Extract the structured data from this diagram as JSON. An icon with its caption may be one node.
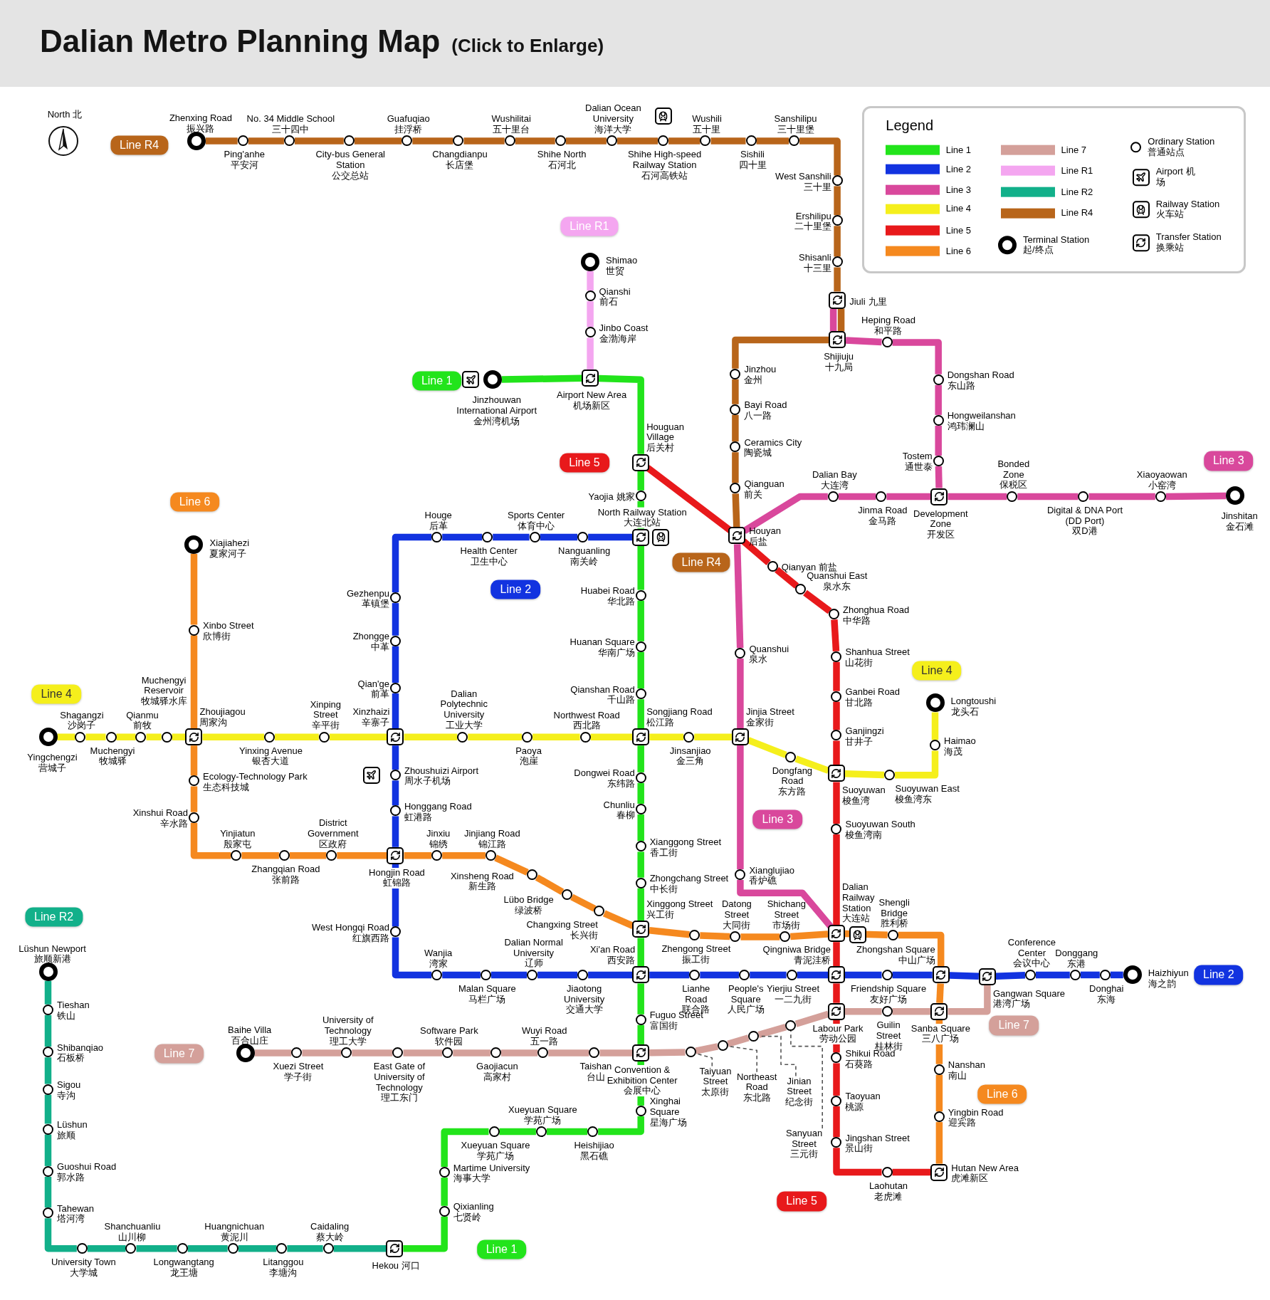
{
  "diagram": {
    "title": "Dalian Metro Planning Map",
    "nodes": [
      {
        "text": [
          "Zhenxing Road",
          "振兴路"
        ]
      },
      {
        "text": [
          "Ping'anhe",
          "平安河"
        ]
      },
      {
        "text": [
          "No. 34 Middle School",
          "三十四中"
        ]
      },
      {
        "text": [
          "City-bus General Station",
          "公交总站"
        ]
      },
      {
        "text": [
          "Guafuqiao",
          "挂浮桥"
        ]
      },
      {
        "text": [
          "Changdianpu",
          "长店堡"
        ]
      },
      {
        "text": [
          "Wushilitai",
          "五十里台"
        ]
      },
      {
        "text": [
          "Shihe North",
          "石河北"
        ]
      },
      {
        "text": [
          "Dalian Ocean University",
          "海洋大学"
        ]
      },
      {
        "text": [
          "Shihe High-speed Railway Station",
          "石河高铁站"
        ]
      },
      {
        "text": [
          "Wushili",
          "五十里"
        ]
      },
      {
        "text": [
          "Sishili",
          "四十里"
        ]
      },
      {
        "text": [
          "Sanshilipu",
          "三十里堡"
        ]
      },
      {
        "text": [
          "West Sanshili",
          "三十里"
        ]
      },
      {
        "text": [
          "Ershilipu",
          "二十里堡"
        ]
      },
      {
        "text": [
          "Shisanli",
          "十三里"
        ]
      },
      {
        "text": [
          "Jiuli",
          "九里"
        ]
      },
      {
        "text": [
          "Shijiuju",
          "十九局"
        ]
      },
      {
        "text": [
          "Jinzhou",
          "金州"
        ]
      },
      {
        "text": [
          "Bayi Road",
          "八一路"
        ]
      },
      {
        "text": [
          "Ceramics City",
          "陶瓷城"
        ]
      },
      {
        "text": [
          "Qianguan",
          "前关"
        ]
      },
      {
        "text": [
          "Houyan",
          "后盐"
        ]
      },
      {
        "text": [
          "Heping Road",
          "和平路"
        ]
      },
      {
        "text": [
          "Dongshan Road",
          "东山路"
        ]
      },
      {
        "text": [
          "Hongweilanshan",
          "鸿玮澜山"
        ]
      },
      {
        "text": [
          "Tostem",
          "通世泰"
        ]
      },
      {
        "text": [
          "Development Zone",
          "开发区"
        ]
      },
      {
        "text": [
          "Bonded Zone",
          "保税区"
        ]
      },
      {
        "text": [
          "Digital & DNA Port (DD Port)",
          "双D港"
        ]
      },
      {
        "text": [
          "Xiaoyaowan",
          "小窑湾"
        ]
      },
      {
        "text": [
          "Jinshitan",
          "金石滩"
        ]
      },
      {
        "text": [
          "Jinma Road",
          "金马路"
        ]
      },
      {
        "text": [
          "Dalian Bay",
          "大连湾"
        ]
      },
      {
        "text": [
          "Quanshui",
          "泉水"
        ]
      },
      {
        "text": [
          "Xianglujiao",
          "香炉礁"
        ]
      },
      {
        "text": [
          "Houguan Village",
          "后关村"
        ]
      },
      {
        "text": [
          "Qianyan",
          "前盐"
        ]
      },
      {
        "text": [
          "Quanshui East",
          "泉水东"
        ]
      },
      {
        "text": [
          "Zhonghua Road",
          "中华路"
        ]
      },
      {
        "text": [
          "Shanhua Street",
          "山花街"
        ]
      },
      {
        "text": [
          "Ganbei Road",
          "甘北路"
        ]
      },
      {
        "text": [
          "Ganjingzi",
          "甘井子"
        ]
      },
      {
        "text": [
          "Suoyuwan",
          "梭鱼湾"
        ]
      },
      {
        "text": [
          "Suoyuwan South",
          "梭鱼湾南"
        ]
      },
      {
        "text": [
          "Dalian Railway Station",
          "大连站"
        ]
      },
      {
        "text": [
          "Qingniwa Bridge",
          "青泥洼桥"
        ]
      },
      {
        "text": [
          "Labour Park",
          "劳动公园"
        ]
      },
      {
        "text": [
          "Shikui Road",
          "石葵路"
        ]
      },
      {
        "text": [
          "Taoyuan",
          "桃源"
        ]
      },
      {
        "text": [
          "Jingshan Street",
          "景山街"
        ]
      },
      {
        "text": [
          "Laohutan",
          "老虎滩"
        ]
      },
      {
        "text": [
          "Hutan New Area",
          "虎滩新区"
        ]
      },
      {
        "text": [
          "Yingchengzi",
          "营城子"
        ]
      },
      {
        "text": [
          "Shagangzi",
          "沙岗子"
        ]
      },
      {
        "text": [
          "Muchengyi",
          "牧城驿"
        ]
      },
      {
        "text": [
          "Qianmu",
          "前牧"
        ]
      },
      {
        "text": [
          "Muchengyi Reservoir",
          "牧城驿水库"
        ]
      },
      {
        "text": [
          "Zhoujiagou",
          "周家沟"
        ]
      },
      {
        "text": [
          "Yinxing Avenue",
          "银杏大道"
        ]
      },
      {
        "text": [
          "Xinping Street",
          "辛平街"
        ]
      },
      {
        "text": [
          "Xinzhaizi",
          "辛寨子"
        ]
      },
      {
        "text": [
          "Dalian Polytechnic University",
          "工业大学"
        ]
      },
      {
        "text": [
          "Paoya",
          "泡崖"
        ]
      },
      {
        "text": [
          "Northwest Road",
          "西北路"
        ]
      },
      {
        "text": [
          "Songjiang Road",
          "松江路"
        ]
      },
      {
        "text": [
          "Jinsanjiao",
          "金三角"
        ]
      },
      {
        "text": [
          "Jinjia Street",
          "金家街"
        ]
      },
      {
        "text": [
          "Dongfang Road",
          "东方路"
        ]
      },
      {
        "text": [
          "Suoyuwan East",
          "梭鱼湾东"
        ]
      },
      {
        "text": [
          "Haimao",
          "海茂"
        ]
      },
      {
        "text": [
          "Longtoushi",
          "龙头石"
        ]
      },
      {
        "text": [
          "Jinzhouwan International Airport",
          "金州湾机场"
        ]
      },
      {
        "text": [
          "Airport New Area",
          "机场新区"
        ]
      },
      {
        "text": [
          "Yaojia",
          "姚家"
        ]
      },
      {
        "text": [
          "North Railway Station",
          "大连北站"
        ]
      },
      {
        "text": [
          "Huabei Road",
          "华北路"
        ]
      },
      {
        "text": [
          "Huanan Square",
          "华南广场"
        ]
      },
      {
        "text": [
          "Qianshan Road",
          "千山路"
        ]
      },
      {
        "text": [
          "Dongwei Road",
          "东纬路"
        ]
      },
      {
        "text": [
          "Chunliu",
          "春柳"
        ]
      },
      {
        "text": [
          "Xianggong Street",
          "香工街"
        ]
      },
      {
        "text": [
          "Zhongchang Street",
          "中长街"
        ]
      },
      {
        "text": [
          "Xinggong Street",
          "兴工街"
        ]
      },
      {
        "text": [
          "Xi'an Road",
          "西安路"
        ]
      },
      {
        "text": [
          "Fuguo Street",
          "富国街"
        ]
      },
      {
        "text": [
          "Convention & Exhibition Center",
          "会展中心"
        ]
      },
      {
        "text": [
          "Xinghai Square",
          "星海广场"
        ]
      },
      {
        "text": [
          "Heishijiao",
          "黑石礁"
        ]
      },
      {
        "text": [
          "Xueyuan Square",
          "学苑广场"
        ]
      },
      {
        "text": [
          "Xueyuan Square",
          "学苑广场"
        ]
      },
      {
        "text": [
          "Martime University",
          "海事大学"
        ]
      },
      {
        "text": [
          "Qixianling",
          "七贤岭"
        ]
      },
      {
        "text": [
          "Hekou",
          "河口"
        ]
      },
      {
        "text": [
          "Shimao",
          "世贸"
        ]
      },
      {
        "text": [
          "Qianshi",
          "前石"
        ]
      },
      {
        "text": [
          "Jinbo Coast",
          "金渤海岸"
        ]
      },
      {
        "text": [
          "Nanguanling",
          "南关岭"
        ]
      },
      {
        "text": [
          "Sports Center",
          "体育中心"
        ]
      },
      {
        "text": [
          "Health Center",
          "卫生中心"
        ]
      },
      {
        "text": [
          "Houge",
          "后革"
        ]
      },
      {
        "text": [
          "Gezhenpu",
          "革镇堡"
        ]
      },
      {
        "text": [
          "Zhongge",
          "中革"
        ]
      },
      {
        "text": [
          "Qian'ge",
          "前革"
        ]
      },
      {
        "text": [
          "Zhoushuizi Airport",
          "周水子机场"
        ]
      },
      {
        "text": [
          "Honggang Road",
          "虹港路"
        ]
      },
      {
        "text": [
          "Hongjin Road",
          "虹锦路"
        ]
      },
      {
        "text": [
          "West Hongqi Road",
          "红旗西路"
        ]
      },
      {
        "text": [
          "Wanjia",
          "湾家"
        ]
      },
      {
        "text": [
          "Malan Square",
          "马栏广场"
        ]
      },
      {
        "text": [
          "Dalian Normal University",
          "辽师"
        ]
      },
      {
        "text": [
          "Jiaotong University",
          "交通大学"
        ]
      },
      {
        "text": [
          "Lianhe Road",
          "联合路"
        ]
      },
      {
        "text": [
          "People's Square",
          "人民广场"
        ]
      },
      {
        "text": [
          "Yierjiu Street",
          "一二九街"
        ]
      },
      {
        "text": [
          "Friendship Square",
          "友好广场"
        ]
      },
      {
        "text": [
          "Zhongshan Square",
          "中山广场"
        ]
      },
      {
        "text": [
          "Gangwan Square",
          "港湾广场"
        ]
      },
      {
        "text": [
          "Conference Center",
          "会议中心"
        ]
      },
      {
        "text": [
          "Donggang",
          "东港"
        ]
      },
      {
        "text": [
          "Donghai",
          "东海"
        ]
      },
      {
        "text": [
          "Haizhiyun",
          "海之韵"
        ]
      },
      {
        "text": [
          "Xiajiahezi",
          "夏家河子"
        ]
      },
      {
        "text": [
          "Xinbo Street",
          "欣博街"
        ]
      },
      {
        "text": [
          "Ecology-Technology Park",
          "生态科技城"
        ]
      },
      {
        "text": [
          "Xinshui Road",
          "辛水路"
        ]
      },
      {
        "text": [
          "Yinjiatun",
          "殷家屯"
        ]
      },
      {
        "text": [
          "Zhangqian Road",
          "张前路"
        ]
      },
      {
        "text": [
          "District Government",
          "区政府"
        ]
      },
      {
        "text": [
          "Jinxiu",
          "锦绣"
        ]
      },
      {
        "text": [
          "Jinjiang Road",
          "锦江路"
        ]
      },
      {
        "text": [
          "Xinsheng Road",
          "新生路"
        ]
      },
      {
        "text": [
          "Lübo Bridge",
          "绿波桥"
        ]
      },
      {
        "text": [
          "Changxing Street",
          "长兴街"
        ]
      },
      {
        "text": [
          "Zhengong Street",
          "振工街"
        ]
      },
      {
        "text": [
          "Datong Street",
          "大同街"
        ]
      },
      {
        "text": [
          "Shichang Street",
          "市场街"
        ]
      },
      {
        "text": [
          "Shengli Bridge",
          "胜利桥"
        ]
      },
      {
        "text": [
          "Sanba Square",
          "三八广场"
        ]
      },
      {
        "text": [
          "Nanshan",
          "南山"
        ]
      },
      {
        "text": [
          "Yingbin Road",
          "迎宾路"
        ]
      },
      {
        "text": [
          "Baihe Villa",
          "百合山庄"
        ]
      },
      {
        "text": [
          "Xuezi Street",
          "学子街"
        ]
      },
      {
        "text": [
          "University of Technology",
          "理工大学"
        ]
      },
      {
        "text": [
          "East Gate of University of Technology",
          "理工东门"
        ]
      },
      {
        "text": [
          "Software Park",
          "软件园"
        ]
      },
      {
        "text": [
          "Gaojiacun",
          "高家村"
        ]
      },
      {
        "text": [
          "Wuyi Road",
          "五一路"
        ]
      },
      {
        "text": [
          "Taishan",
          "台山"
        ]
      },
      {
        "text": [],
        "shape": "circle"
      },
      {
        "text": [],
        "shape": "circle"
      },
      {
        "text": [],
        "shape": "circle"
      },
      {
        "text": [],
        "shape": "circle"
      },
      {
        "text": [
          "Guilin Street",
          "桂林街"
        ]
      },
      {
        "text": [
          "Lüshun Newport",
          "旅顺新港"
        ]
      },
      {
        "text": [
          "Tieshan",
          "铁山"
        ]
      },
      {
        "text": [
          "Shibanqiao",
          "石板桥"
        ]
      },
      {
        "text": [
          "Sigou",
          "寺沟"
        ]
      },
      {
        "text": [
          "Lüshun",
          "旅顺"
        ]
      },
      {
        "text": [
          "Guoshui Road",
          "郭水路"
        ]
      },
      {
        "text": [
          "Tahewan",
          "塔河湾"
        ]
      },
      {
        "text": [
          "University Town",
          "大学城"
        ]
      },
      {
        "text": [
          "Shanchuanliu",
          "山川柳"
        ]
      },
      {
        "text": [
          "Longwangtang",
          "龙王塘"
        ]
      },
      {
        "text": [
          "Huangnichuan",
          "黄泥川"
        ]
      },
      {
        "text": [
          "Litanggou",
          "李塘沟"
        ]
      },
      {
        "text": [
          "Caidaling",
          "蔡大岭"
        ]
      },
      {
        "text": [
          "Line R4"
        ]
      },
      {
        "text": [
          "Line R1"
        ]
      },
      {
        "text": [
          "Line 1"
        ]
      },
      {
        "text": [
          "Line 5"
        ]
      },
      {
        "text": [
          "Line 3"
        ]
      },
      {
        "text": [
          "Line 6"
        ]
      },
      {
        "text": [
          "Line R4"
        ]
      },
      {
        "text": [
          "Line 2"
        ]
      },
      {
        "text": [
          "Line 4"
        ]
      },
      {
        "text": [
          "Line 4"
        ]
      },
      {
        "text": [
          "Line 3"
        ]
      },
      {
        "text": [
          "Line R2"
        ]
      },
      {
        "text": [
          "Line 7"
        ]
      },
      {
        "text": [
          "Line 7"
        ]
      },
      {
        "text": [
          "Line 6"
        ]
      },
      {
        "text": [
          "Line 5"
        ]
      },
      {
        "text": [
          "Line 1"
        ]
      },
      {
        "text": [
          "Line 2"
        ]
      },
      {
        "text": [
          "Taiyuan Street",
          "太原街"
        ]
      },
      {
        "text": [
          "Northeast Road",
          "东北路"
        ]
      },
      {
        "text": [
          "Jinian Street",
          "纪念街"
        ]
      },
      {
        "text": [
          "Sanyuan Street",
          "三元街"
        ]
      }
    ],
    "edges": [
      {
        "from": 0,
        "to": 1,
        "arrow": "none",
        "color": "#b8651a"
      },
      {
        "from": 1,
        "to": 2,
        "arrow": "none",
        "color": "#b8651a"
      },
      {
        "from": 2,
        "to": 3,
        "arrow": "none",
        "color": "#b8651a"
      },
      {
        "from": 3,
        "to": 4,
        "arrow": "none",
        "color": "#b8651a"
      },
      {
        "from": 4,
        "to": 5,
        "arrow": "none",
        "color": "#b8651a"
      },
      {
        "from": 5,
        "to": 6,
        "arrow": "none",
        "color": "#b8651a"
      },
      {
        "from": 6,
        "to": 7,
        "arrow": "none",
        "color": "#b8651a"
      },
      {
        "from": 7,
        "to": 8,
        "arrow": "none",
        "color": "#b8651a"
      },
      {
        "from": 8,
        "to": 9,
        "arrow": "none",
        "color": "#b8651a"
      },
      {
        "from": 9,
        "to": 10,
        "arrow": "none",
        "color": "#b8651a"
      },
      {
        "from": 10,
        "to": 11,
        "arrow": "none",
        "color": "#b8651a"
      },
      {
        "from": 11,
        "to": 12,
        "arrow": "none",
        "color": "#b8651a"
      },
      {
        "from": 12,
        "to": 13,
        "arrow": "none",
        "color": "#b8651a"
      },
      {
        "from": 13,
        "to": 14,
        "arrow": "none",
        "color": "#b8651a"
      },
      {
        "from": 14,
        "to": 15,
        "arrow": "none",
        "color": "#b8651a"
      },
      {
        "from": 15,
        "to": 16,
        "arrow": "none",
        "color": "#b8651a"
      },
      {
        "from": 16,
        "to": 17,
        "arrow": "none",
        "color": "#b8651a"
      },
      {
        "from": 17,
        "to": 18,
        "arrow": "none",
        "color": "#b8651a"
      },
      {
        "from": 18,
        "to": 19,
        "arrow": "none",
        "color": "#b8651a"
      },
      {
        "from": 19,
        "to": 20,
        "arrow": "none",
        "color": "#b8651a"
      },
      {
        "from": 20,
        "to": 21,
        "arrow": "none",
        "color": "#b8651a"
      },
      {
        "from": 21,
        "to": 22,
        "arrow": "none",
        "color": "#b8651a"
      },
      {
        "from": 16,
        "to": 17,
        "arrow": "none",
        "color": "#d9489c"
      },
      {
        "from": 17,
        "to": 23,
        "arrow": "none",
        "color": "#d9489c"
      },
      {
        "from": 23,
        "to": 24,
        "arrow": "none",
        "color": "#d9489c"
      },
      {
        "from": 24,
        "to": 25,
        "arrow": "none",
        "color": "#d9489c"
      },
      {
        "from": 25,
        "to": 26,
        "arrow": "none",
        "color": "#d9489c"
      },
      {
        "from": 26,
        "to": 27,
        "arrow": "none",
        "color": "#d9489c"
      },
      {
        "from": 27,
        "to": 28,
        "arrow": "none",
        "color": "#d9489c"
      },
      {
        "from": 28,
        "to": 29,
        "arrow": "none",
        "color": "#d9489c"
      },
      {
        "from": 29,
        "to": 30,
        "arrow": "none",
        "color": "#d9489c"
      },
      {
        "from": 30,
        "to": 31,
        "arrow": "none",
        "color": "#d9489c"
      },
      {
        "from": 27,
        "to": 32,
        "arrow": "none",
        "color": "#d9489c"
      },
      {
        "from": 32,
        "to": 33,
        "arrow": "none",
        "color": "#d9489c"
      },
      {
        "from": 33,
        "to": 22,
        "arrow": "none",
        "color": "#d9489c"
      },
      {
        "from": 22,
        "to": 34,
        "arrow": "none",
        "color": "#d9489c"
      },
      {
        "from": 34,
        "to": 35,
        "arrow": "none",
        "color": "#d9489c"
      },
      {
        "from": 35,
        "to": 45,
        "arrow": "none",
        "color": "#d9489c"
      },
      {
        "from": 36,
        "to": 22,
        "arrow": "none",
        "color": "#e8191b"
      },
      {
        "from": 22,
        "to": 37,
        "arrow": "none",
        "color": "#e8191b"
      },
      {
        "from": 37,
        "to": 38,
        "arrow": "none",
        "color": "#e8191b"
      },
      {
        "from": 38,
        "to": 39,
        "arrow": "none",
        "color": "#e8191b"
      },
      {
        "from": 39,
        "to": 40,
        "arrow": "none",
        "color": "#e8191b"
      },
      {
        "from": 40,
        "to": 41,
        "arrow": "none",
        "color": "#e8191b"
      },
      {
        "from": 41,
        "to": 42,
        "arrow": "none",
        "color": "#e8191b"
      },
      {
        "from": 42,
        "to": 43,
        "arrow": "none",
        "color": "#e8191b"
      },
      {
        "from": 43,
        "to": 44,
        "arrow": "none",
        "color": "#e8191b"
      },
      {
        "from": 44,
        "to": 45,
        "arrow": "none",
        "color": "#e8191b"
      },
      {
        "from": 45,
        "to": 46,
        "arrow": "none",
        "color": "#e8191b"
      },
      {
        "from": 46,
        "to": 47,
        "arrow": "none",
        "color": "#e8191b"
      },
      {
        "from": 47,
        "to": 48,
        "arrow": "none",
        "color": "#e8191b"
      },
      {
        "from": 48,
        "to": 49,
        "arrow": "none",
        "color": "#e8191b"
      },
      {
        "from": 49,
        "to": 50,
        "arrow": "none",
        "color": "#e8191b"
      },
      {
        "from": 50,
        "to": 51,
        "arrow": "none",
        "color": "#e8191b"
      },
      {
        "from": 51,
        "to": 52,
        "arrow": "none",
        "color": "#e8191b"
      },
      {
        "from": 53,
        "to": 54,
        "arrow": "none",
        "color": "#f5ef1c"
      },
      {
        "from": 54,
        "to": 55,
        "arrow": "none",
        "color": "#f5ef1c"
      },
      {
        "from": 55,
        "to": 56,
        "arrow": "none",
        "color": "#f5ef1c"
      },
      {
        "from": 56,
        "to": 57,
        "arrow": "none",
        "color": "#f5ef1c"
      },
      {
        "from": 57,
        "to": 58,
        "arrow": "none",
        "color": "#f5ef1c"
      },
      {
        "from": 58,
        "to": 59,
        "arrow": "none",
        "color": "#f5ef1c"
      },
      {
        "from": 59,
        "to": 60,
        "arrow": "none",
        "color": "#f5ef1c"
      },
      {
        "from": 60,
        "to": 61,
        "arrow": "none",
        "color": "#f5ef1c"
      },
      {
        "from": 61,
        "to": 62,
        "arrow": "none",
        "color": "#f5ef1c"
      },
      {
        "from": 62,
        "to": 63,
        "arrow": "none",
        "color": "#f5ef1c"
      },
      {
        "from": 63,
        "to": 64,
        "arrow": "none",
        "color": "#f5ef1c"
      },
      {
        "from": 64,
        "to": 65,
        "arrow": "none",
        "color": "#f5ef1c"
      },
      {
        "from": 65,
        "to": 66,
        "arrow": "none",
        "color": "#f5ef1c"
      },
      {
        "from": 66,
        "to": 67,
        "arrow": "none",
        "color": "#f5ef1c"
      },
      {
        "from": 67,
        "to": 68,
        "arrow": "none",
        "color": "#f5ef1c"
      },
      {
        "from": 68,
        "to": 43,
        "arrow": "none",
        "color": "#f5ef1c"
      },
      {
        "from": 43,
        "to": 69,
        "arrow": "none",
        "color": "#f5ef1c"
      },
      {
        "from": 69,
        "to": 70,
        "arrow": "none",
        "color": "#f5ef1c"
      },
      {
        "from": 70,
        "to": 71,
        "arrow": "none",
        "color": "#f5ef1c"
      },
      {
        "from": 72,
        "to": 73,
        "arrow": "none",
        "color": "#22e41b"
      },
      {
        "from": 73,
        "to": 36,
        "arrow": "none",
        "color": "#22e41b"
      },
      {
        "from": 36,
        "to": 74,
        "arrow": "none",
        "color": "#22e41b"
      },
      {
        "from": 74,
        "to": 75,
        "arrow": "none",
        "color": "#22e41b"
      },
      {
        "from": 75,
        "to": 76,
        "arrow": "none",
        "color": "#22e41b"
      },
      {
        "from": 76,
        "to": 77,
        "arrow": "none",
        "color": "#22e41b"
      },
      {
        "from": 77,
        "to": 78,
        "arrow": "none",
        "color": "#22e41b"
      },
      {
        "from": 78,
        "to": 65,
        "arrow": "none",
        "color": "#22e41b"
      },
      {
        "from": 65,
        "to": 79,
        "arrow": "none",
        "color": "#22e41b"
      },
      {
        "from": 79,
        "to": 80,
        "arrow": "none",
        "color": "#22e41b"
      },
      {
        "from": 80,
        "to": 81,
        "arrow": "none",
        "color": "#22e41b"
      },
      {
        "from": 81,
        "to": 82,
        "arrow": "none",
        "color": "#22e41b"
      },
      {
        "from": 82,
        "to": 83,
        "arrow": "none",
        "color": "#22e41b"
      },
      {
        "from": 83,
        "to": 84,
        "arrow": "none",
        "color": "#22e41b"
      },
      {
        "from": 84,
        "to": 85,
        "arrow": "none",
        "color": "#22e41b"
      },
      {
        "from": 85,
        "to": 86,
        "arrow": "none",
        "color": "#22e41b"
      },
      {
        "from": 86,
        "to": 87,
        "arrow": "none",
        "color": "#22e41b"
      },
      {
        "from": 87,
        "to": 88,
        "arrow": "none",
        "color": "#22e41b"
      },
      {
        "from": 88,
        "to": 89,
        "arrow": "none",
        "color": "#22e41b"
      },
      {
        "from": 89,
        "to": 90,
        "arrow": "none",
        "color": "#22e41b"
      },
      {
        "from": 90,
        "to": 91,
        "arrow": "none",
        "color": "#22e41b"
      },
      {
        "from": 91,
        "to": 92,
        "arrow": "none",
        "color": "#22e41b"
      },
      {
        "from": 92,
        "to": 93,
        "arrow": "none",
        "color": "#22e41b"
      },
      {
        "from": 94,
        "to": 95,
        "arrow": "none",
        "color": "#f4a6f0"
      },
      {
        "from": 95,
        "to": 96,
        "arrow": "none",
        "color": "#f4a6f0"
      },
      {
        "from": 96,
        "to": 73,
        "arrow": "none",
        "color": "#f4a6f0"
      },
      {
        "from": 75,
        "to": 97,
        "arrow": "none",
        "color": "#1233e0"
      },
      {
        "from": 97,
        "to": 98,
        "arrow": "none",
        "color": "#1233e0"
      },
      {
        "from": 98,
        "to": 99,
        "arrow": "none",
        "color": "#1233e0"
      },
      {
        "from": 99,
        "to": 100,
        "arrow": "none",
        "color": "#1233e0"
      },
      {
        "from": 100,
        "to": 101,
        "arrow": "none",
        "color": "#1233e0"
      },
      {
        "from": 101,
        "to": 102,
        "arrow": "none",
        "color": "#1233e0"
      },
      {
        "from": 102,
        "to": 103,
        "arrow": "none",
        "color": "#1233e0"
      },
      {
        "from": 103,
        "to": 61,
        "arrow": "none",
        "color": "#1233e0"
      },
      {
        "from": 61,
        "to": 104,
        "arrow": "none",
        "color": "#1233e0"
      },
      {
        "from": 104,
        "to": 105,
        "arrow": "none",
        "color": "#1233e0"
      },
      {
        "from": 105,
        "to": 106,
        "arrow": "none",
        "color": "#1233e0"
      },
      {
        "from": 106,
        "to": 107,
        "arrow": "none",
        "color": "#1233e0"
      },
      {
        "from": 107,
        "to": 108,
        "arrow": "none",
        "color": "#1233e0"
      },
      {
        "from": 108,
        "to": 109,
        "arrow": "none",
        "color": "#1233e0"
      },
      {
        "from": 109,
        "to": 110,
        "arrow": "none",
        "color": "#1233e0"
      },
      {
        "from": 110,
        "to": 111,
        "arrow": "none",
        "color": "#1233e0"
      },
      {
        "from": 111,
        "to": 84,
        "arrow": "none",
        "color": "#1233e0"
      },
      {
        "from": 84,
        "to": 112,
        "arrow": "none",
        "color": "#1233e0"
      },
      {
        "from": 112,
        "to": 113,
        "arrow": "none",
        "color": "#1233e0"
      },
      {
        "from": 113,
        "to": 114,
        "arrow": "none",
        "color": "#1233e0"
      },
      {
        "from": 114,
        "to": 46,
        "arrow": "none",
        "color": "#1233e0"
      },
      {
        "from": 46,
        "to": 115,
        "arrow": "none",
        "color": "#1233e0"
      },
      {
        "from": 115,
        "to": 116,
        "arrow": "none",
        "color": "#1233e0"
      },
      {
        "from": 116,
        "to": 117,
        "arrow": "none",
        "color": "#1233e0"
      },
      {
        "from": 117,
        "to": 118,
        "arrow": "none",
        "color": "#1233e0"
      },
      {
        "from": 118,
        "to": 119,
        "arrow": "none",
        "color": "#1233e0"
      },
      {
        "from": 119,
        "to": 120,
        "arrow": "none",
        "color": "#1233e0"
      },
      {
        "from": 120,
        "to": 121,
        "arrow": "none",
        "color": "#1233e0"
      },
      {
        "from": 122,
        "to": 123,
        "arrow": "none",
        "color": "#f5891f"
      },
      {
        "from": 123,
        "to": 58,
        "arrow": "none",
        "color": "#f5891f"
      },
      {
        "from": 58,
        "to": 124,
        "arrow": "none",
        "color": "#f5891f"
      },
      {
        "from": 124,
        "to": 125,
        "arrow": "none",
        "color": "#f5891f"
      },
      {
        "from": 125,
        "to": 126,
        "arrow": "none",
        "color": "#f5891f"
      },
      {
        "from": 126,
        "to": 127,
        "arrow": "none",
        "color": "#f5891f"
      },
      {
        "from": 127,
        "to": 128,
        "arrow": "none",
        "color": "#f5891f"
      },
      {
        "from": 128,
        "to": 106,
        "arrow": "none",
        "color": "#f5891f"
      },
      {
        "from": 106,
        "to": 129,
        "arrow": "none",
        "color": "#f5891f"
      },
      {
        "from": 129,
        "to": 130,
        "arrow": "none",
        "color": "#f5891f"
      },
      {
        "from": 130,
        "to": 131,
        "arrow": "none",
        "color": "#f5891f"
      },
      {
        "from": 131,
        "to": 132,
        "arrow": "none",
        "color": "#f5891f"
      },
      {
        "from": 132,
        "to": 133,
        "arrow": "none",
        "color": "#f5891f"
      },
      {
        "from": 133,
        "to": 83,
        "arrow": "none",
        "color": "#f5891f"
      },
      {
        "from": 83,
        "to": 134,
        "arrow": "none",
        "color": "#f5891f"
      },
      {
        "from": 134,
        "to": 135,
        "arrow": "none",
        "color": "#f5891f"
      },
      {
        "from": 135,
        "to": 136,
        "arrow": "none",
        "color": "#f5891f"
      },
      {
        "from": 136,
        "to": 45,
        "arrow": "none",
        "color": "#f5891f"
      },
      {
        "from": 45,
        "to": 137,
        "arrow": "none",
        "color": "#f5891f"
      },
      {
        "from": 137,
        "to": 116,
        "arrow": "none",
        "color": "#f5891f"
      },
      {
        "from": 116,
        "to": 138,
        "arrow": "none",
        "color": "#f5891f"
      },
      {
        "from": 138,
        "to": 139,
        "arrow": "none",
        "color": "#f5891f"
      },
      {
        "from": 139,
        "to": 140,
        "arrow": "none",
        "color": "#f5891f"
      },
      {
        "from": 140,
        "to": 52,
        "arrow": "none",
        "color": "#f5891f"
      },
      {
        "from": 141,
        "to": 142,
        "arrow": "none",
        "color": "#d4a09a"
      },
      {
        "from": 142,
        "to": 143,
        "arrow": "none",
        "color": "#d4a09a"
      },
      {
        "from": 143,
        "to": 144,
        "arrow": "none",
        "color": "#d4a09a"
      },
      {
        "from": 144,
        "to": 145,
        "arrow": "none",
        "color": "#d4a09a"
      },
      {
        "from": 145,
        "to": 146,
        "arrow": "none",
        "color": "#d4a09a"
      },
      {
        "from": 146,
        "to": 147,
        "arrow": "none",
        "color": "#d4a09a"
      },
      {
        "from": 147,
        "to": 148,
        "arrow": "none",
        "color": "#d4a09a"
      },
      {
        "from": 148,
        "to": 86,
        "arrow": "none",
        "color": "#d4a09a"
      },
      {
        "from": 86,
        "to": 149,
        "arrow": "none",
        "color": "#d4a09a"
      },
      {
        "from": 149,
        "to": 150,
        "arrow": "none",
        "color": "#d4a09a"
      },
      {
        "from": 150,
        "to": 151,
        "arrow": "none",
        "color": "#d4a09a"
      },
      {
        "from": 151,
        "to": 152,
        "arrow": "none",
        "color": "#d4a09a"
      },
      {
        "from": 152,
        "to": 47,
        "arrow": "none",
        "color": "#d4a09a"
      },
      {
        "from": 47,
        "to": 153,
        "arrow": "none",
        "color": "#d4a09a"
      },
      {
        "from": 153,
        "to": 138,
        "arrow": "none",
        "color": "#d4a09a"
      },
      {
        "from": 138,
        "to": 117,
        "arrow": "none",
        "color": "#d4a09a"
      },
      {
        "from": 154,
        "to": 155,
        "arrow": "none",
        "color": "#12b08a"
      },
      {
        "from": 155,
        "to": 156,
        "arrow": "none",
        "color": "#12b08a"
      },
      {
        "from": 156,
        "to": 157,
        "arrow": "none",
        "color": "#12b08a"
      },
      {
        "from": 157,
        "to": 158,
        "arrow": "none",
        "color": "#12b08a"
      },
      {
        "from": 158,
        "to": 159,
        "arrow": "none",
        "color": "#12b08a"
      },
      {
        "from": 159,
        "to": 160,
        "arrow": "none",
        "color": "#12b08a"
      },
      {
        "from": 160,
        "to": 161,
        "arrow": "none",
        "color": "#12b08a"
      },
      {
        "from": 161,
        "to": 162,
        "arrow": "none",
        "color": "#12b08a"
      },
      {
        "from": 162,
        "to": 163,
        "arrow": "none",
        "color": "#12b08a"
      },
      {
        "from": 163,
        "to": 164,
        "arrow": "none",
        "color": "#12b08a"
      },
      {
        "from": 164,
        "to": 165,
        "arrow": "none",
        "color": "#12b08a"
      },
      {
        "from": 165,
        "to": 166,
        "arrow": "none",
        "color": "#12b08a"
      },
      {
        "from": 166,
        "to": 93,
        "arrow": "none",
        "color": "#12b08a"
      },
      {
        "from": 185,
        "to": 149,
        "arrow": "none",
        "style": "dashed",
        "color": "#555555"
      },
      {
        "from": 186,
        "to": 150,
        "arrow": "none",
        "style": "dashed",
        "color": "#555555"
      },
      {
        "from": 187,
        "to": 151,
        "arrow": "none",
        "style": "dashed",
        "color": "#555555"
      },
      {
        "from": 188,
        "to": 152,
        "arrow": "none",
        "style": "dashed",
        "color": "#555555"
      }
    ],
    "labels": [
      "(Click to Enlarge)",
      "North 北",
      "Legend"
    ],
    "legend": [
      {
        "text": "Line 1",
        "color": "#22e41b"
      },
      {
        "text": "Line 2",
        "color": "#1233e0"
      },
      {
        "text": "Line 3",
        "color": "#d9489c"
      },
      {
        "text": "Line 4",
        "color": "#f5ef1c"
      },
      {
        "text": "Line 5",
        "color": "#e8191b"
      },
      {
        "text": "Line 6",
        "color": "#f5891f"
      },
      {
        "text": "Line 7",
        "color": "#d4a09a"
      },
      {
        "text": "Line R1",
        "color": "#f4a6f0"
      },
      {
        "text": "Line R2",
        "color": "#12b08a"
      },
      {
        "text": "Line R4",
        "color": "#b8651a"
      },
      {
        "text": "Terminal Station 起/终点"
      },
      {
        "text": "Ordinary Station 普通站点"
      },
      {
        "text": "Airport 机场"
      },
      {
        "text": "Railway Station 火车站"
      },
      {
        "text": "Transfer Station 换乘站"
      }
    ]
  }
}
